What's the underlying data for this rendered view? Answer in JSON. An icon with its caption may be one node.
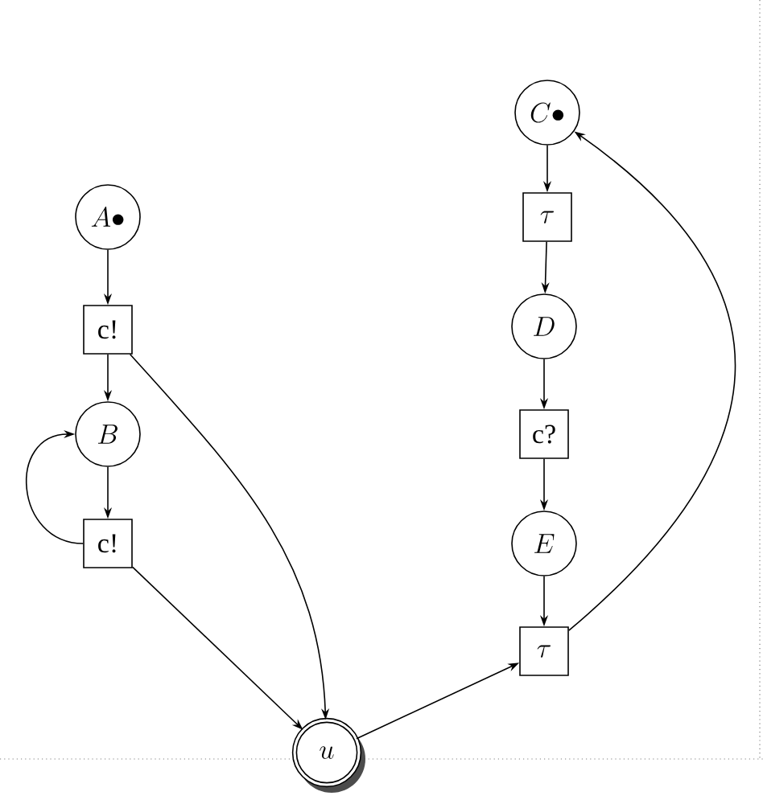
{
  "diagram": {
    "nodes": [
      {
        "text": [
          "C\\bullet"
        ]
      },
      {
        "text": [
          "A\\bullet"
        ]
      },
      {
        "text": [
          "\\tau"
        ]
      },
      {
        "text": [
          "c!"
        ]
      },
      {
        "text": [
          "D"
        ]
      },
      {
        "text": [
          "B"
        ]
      },
      {
        "text": [
          "c?"
        ]
      },
      {
        "text": [
          "c!"
        ]
      },
      {
        "text": [
          "E"
        ]
      },
      {
        "text": [
          "\\tau"
        ]
      },
      {
        "text": [
          "u"
        ]
      }
    ],
    "edges": [
      {
        "from": 1,
        "to": 3,
        "arrow": "to"
      },
      {
        "from": 3,
        "to": 5,
        "arrow": "to"
      },
      {
        "from": 3,
        "to": 10,
        "arrow": "to"
      },
      {
        "from": 5,
        "to": 7,
        "arrow": "to"
      },
      {
        "from": 7,
        "to": 5,
        "arrow": "to"
      },
      {
        "from": 7,
        "to": 10,
        "arrow": "to"
      },
      {
        "from": 10,
        "to": 9,
        "arrow": "to"
      },
      {
        "from": 9,
        "to": 0,
        "arrow": "to"
      },
      {
        "from": 0,
        "to": 2,
        "arrow": "to"
      },
      {
        "from": 2,
        "to": 4,
        "arrow": "to"
      },
      {
        "from": 4,
        "to": 6,
        "arrow": "to"
      },
      {
        "from": 6,
        "to": 8,
        "arrow": "to"
      },
      {
        "from": 8,
        "to": 9,
        "arrow": "to"
      }
    ]
  }
}
